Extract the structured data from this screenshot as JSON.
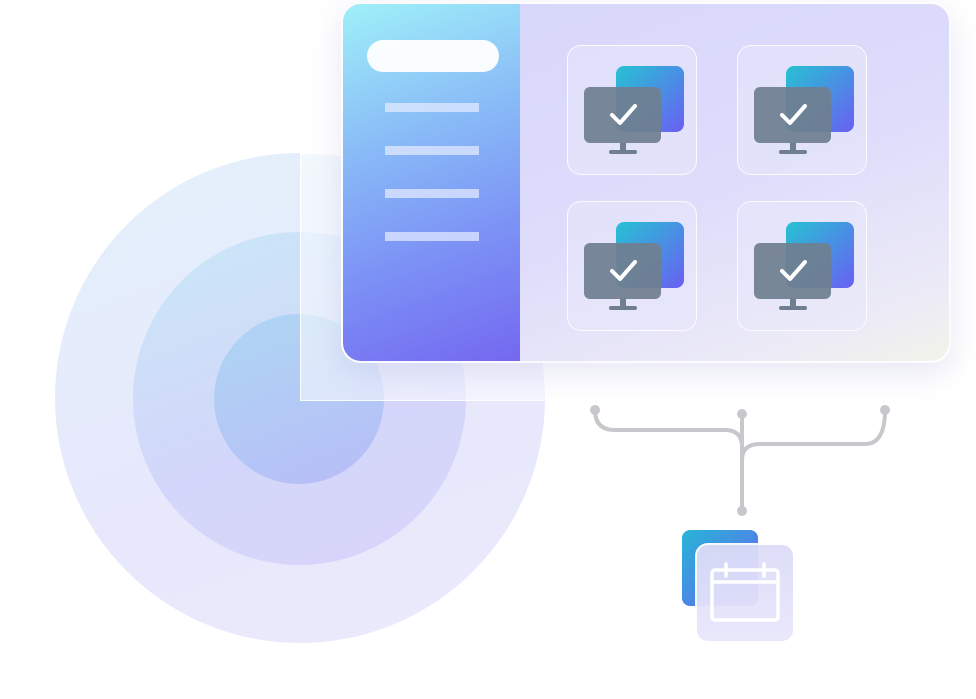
{
  "colors": {
    "accent_purple": "#6a63f2",
    "accent_teal": "#2fb7d6",
    "monitor_gray": "#6f7f90",
    "connector_gray": "#c8c8cc",
    "check_white": "#ffffff"
  },
  "window": {
    "sidebar": {
      "items": [
        "",
        "",
        "",
        ""
      ]
    },
    "tiles": [
      {
        "icon": "monitor-check-icon",
        "status": "checked"
      },
      {
        "icon": "monitor-check-icon",
        "status": "checked"
      },
      {
        "icon": "monitor-check-icon",
        "status": "checked"
      },
      {
        "icon": "monitor-check-icon",
        "status": "checked"
      }
    ]
  },
  "schedule": {
    "icon": "calendar-icon"
  }
}
